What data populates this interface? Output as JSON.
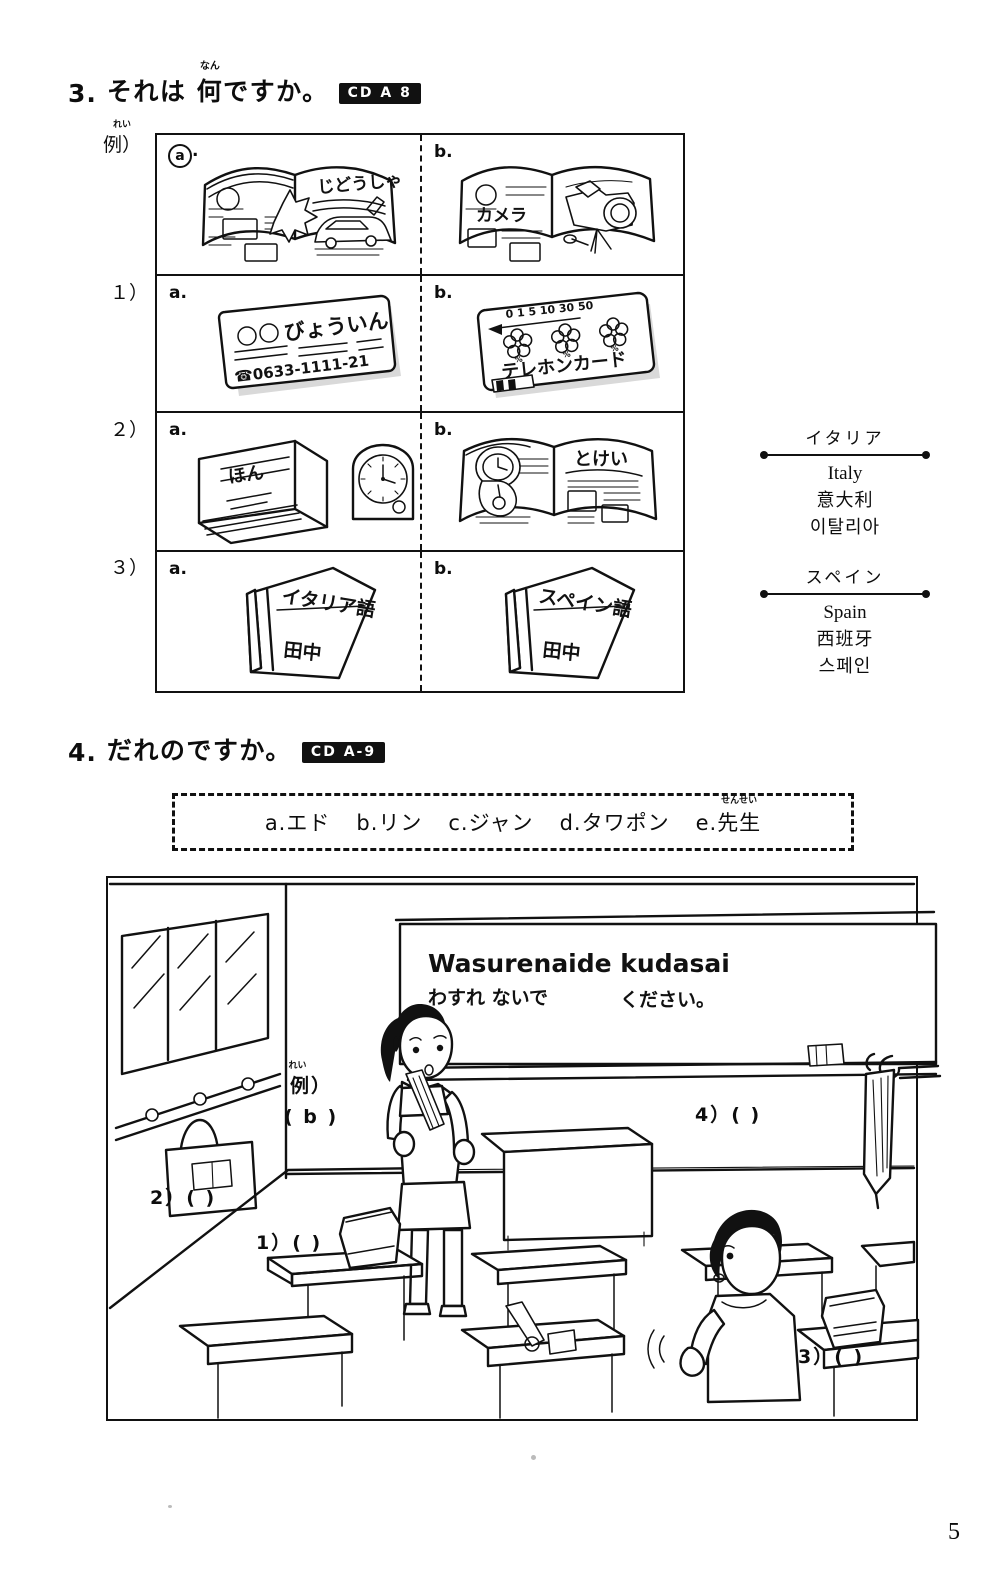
{
  "page": {
    "number": "5"
  },
  "exercise3": {
    "number": "3.",
    "title_pre": "それは ",
    "title_kanji": "何",
    "title_ruby": "なん",
    "title_post": "ですか。",
    "cd_badge": "CD A 8",
    "row_labels": [
      {
        "text": "例）",
        "ruby": "れい"
      },
      {
        "text": "１）",
        "ruby": ""
      },
      {
        "text": "２）",
        "ruby": ""
      },
      {
        "text": "３）",
        "ruby": ""
      }
    ],
    "rows": [
      {
        "a": {
          "label": "a.",
          "circled": true,
          "item": "magazine-car",
          "caption": "じどうしゃ"
        },
        "b": {
          "label": "b.",
          "circled": false,
          "item": "magazine-camera",
          "caption": "カメラ"
        }
      },
      {
        "a": {
          "label": "a.",
          "circled": false,
          "item": "business-card",
          "caption": "○○びょういん",
          "sub": "0633-1111-21"
        },
        "b": {
          "label": "b.",
          "circled": false,
          "item": "telephone-card",
          "caption": "テレホンカード",
          "scale": "0 1 5 10 30 50"
        }
      },
      {
        "a": {
          "label": "a.",
          "circled": false,
          "item": "book-and-clock",
          "caption": "ほん"
        },
        "b": {
          "label": "b.",
          "circled": false,
          "item": "magazine-watch",
          "caption": "とけい"
        }
      },
      {
        "a": {
          "label": "a.",
          "circled": false,
          "item": "italian-textbook",
          "caption": "イタリア語",
          "name": "田中"
        },
        "b": {
          "label": "b.",
          "circled": false,
          "item": "spanish-textbook",
          "caption": "スペイン語",
          "name": "田中"
        }
      }
    ]
  },
  "vocabulary": [
    {
      "jp": "イタリア",
      "en": "Italy",
      "zh": "意大利",
      "ko": "이탈리아"
    },
    {
      "jp": "スペイン",
      "en": "Spain",
      "zh": "西班牙",
      "ko": "스페인"
    }
  ],
  "exercise4": {
    "number": "4.",
    "title": "だれのですか。",
    "cd_badge": "CD A-9",
    "choices": [
      {
        "key": "a.",
        "label": "エド",
        "ruby": ""
      },
      {
        "key": "b.",
        "label": "リン",
        "ruby": ""
      },
      {
        "key": "c.",
        "label": "ジャン",
        "ruby": ""
      },
      {
        "key": "d.",
        "label": "タワポン",
        "ruby": ""
      },
      {
        "key": "e.",
        "label": "先生",
        "ruby": "せんせい"
      }
    ],
    "blackboard": {
      "romaji": "Wasurenaide  kudasai",
      "kana": "わすれ ないで      ください。"
    },
    "answer_slots": [
      {
        "num": "例）",
        "ruby": "れい",
        "value": "( b )",
        "item": "teacher"
      },
      {
        "num": "1）",
        "ruby": "",
        "value": "(     )",
        "item": "bag-on-desk"
      },
      {
        "num": "2）",
        "ruby": "",
        "value": "(     )",
        "item": "tote-bag-on-hook"
      },
      {
        "num": "3）",
        "ruby": "",
        "value": "(     )",
        "item": "bag-on-right-desk"
      },
      {
        "num": "4）",
        "ruby": "",
        "value": "(     )",
        "item": "umbrella-on-hook"
      }
    ]
  },
  "colors": {
    "ink": "#111111",
    "paper": "#ffffff"
  }
}
